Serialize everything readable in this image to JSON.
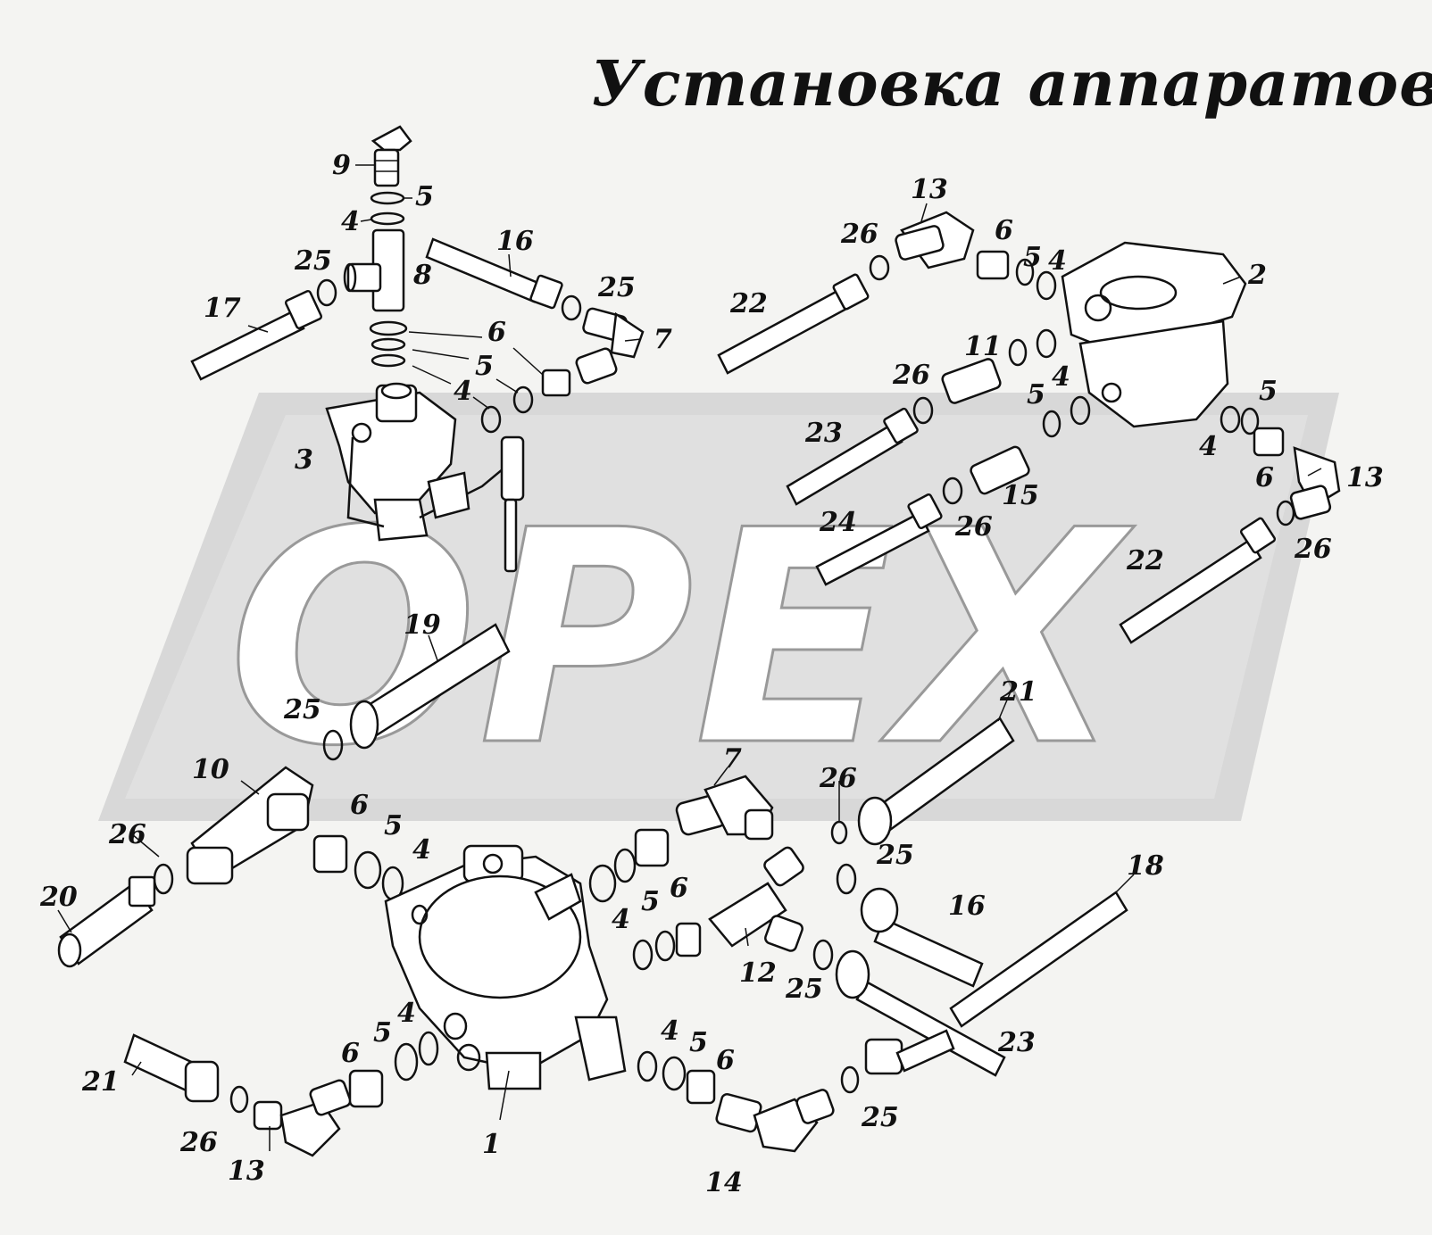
{
  "title": "Установка аппаратов",
  "watermark": "ОРЕХ",
  "colors": {
    "background": "#f4f4f2",
    "ink": "#111111",
    "watermark_band": "#cfcfcf",
    "watermark_letters": "#ffffff"
  },
  "callouts": [
    {
      "id": "c9a",
      "text": "9"
    },
    {
      "id": "c5a",
      "text": "5"
    },
    {
      "id": "c4a",
      "text": "4"
    },
    {
      "id": "c25a",
      "text": "25"
    },
    {
      "id": "c8",
      "text": "8"
    },
    {
      "id": "c17",
      "text": "17"
    },
    {
      "id": "c16a",
      "text": "16"
    },
    {
      "id": "c25b",
      "text": "25"
    },
    {
      "id": "c7a",
      "text": "7"
    },
    {
      "id": "c6a",
      "text": "6"
    },
    {
      "id": "c5b",
      "text": "5"
    },
    {
      "id": "c4b",
      "text": "4"
    },
    {
      "id": "c3",
      "text": "3"
    },
    {
      "id": "c13a",
      "text": "13"
    },
    {
      "id": "c26a",
      "text": "26"
    },
    {
      "id": "c6b",
      "text": "6"
    },
    {
      "id": "c5c",
      "text": "5"
    },
    {
      "id": "c4c",
      "text": "4"
    },
    {
      "id": "c2",
      "text": "2"
    },
    {
      "id": "c22a",
      "text": "22"
    },
    {
      "id": "c11",
      "text": "11"
    },
    {
      "id": "c26b",
      "text": "26"
    },
    {
      "id": "c5d",
      "text": "5"
    },
    {
      "id": "c4d",
      "text": "4"
    },
    {
      "id": "c5e",
      "text": "5"
    },
    {
      "id": "c23a",
      "text": "23"
    },
    {
      "id": "c4e",
      "text": "4"
    },
    {
      "id": "c6c",
      "text": "6"
    },
    {
      "id": "c13b",
      "text": "13"
    },
    {
      "id": "c15",
      "text": "15"
    },
    {
      "id": "c24",
      "text": "24"
    },
    {
      "id": "c26c",
      "text": "26"
    },
    {
      "id": "c26d",
      "text": "26"
    },
    {
      "id": "c22b",
      "text": "22"
    },
    {
      "id": "c19",
      "text": "19"
    },
    {
      "id": "c25c",
      "text": "25"
    },
    {
      "id": "c21a",
      "text": "21"
    },
    {
      "id": "c10",
      "text": "10"
    },
    {
      "id": "c7b",
      "text": "7"
    },
    {
      "id": "c26e",
      "text": "26"
    },
    {
      "id": "c6d",
      "text": "6"
    },
    {
      "id": "c5f",
      "text": "5"
    },
    {
      "id": "c4f",
      "text": "4"
    },
    {
      "id": "c26f",
      "text": "26"
    },
    {
      "id": "c25d",
      "text": "25"
    },
    {
      "id": "c18",
      "text": "18"
    },
    {
      "id": "c20",
      "text": "20"
    },
    {
      "id": "c4g",
      "text": "4"
    },
    {
      "id": "c5g",
      "text": "5"
    },
    {
      "id": "c6e",
      "text": "6"
    },
    {
      "id": "c16b",
      "text": "16"
    },
    {
      "id": "c12",
      "text": "12"
    },
    {
      "id": "c25e",
      "text": "25"
    },
    {
      "id": "c4h",
      "text": "4"
    },
    {
      "id": "c5h",
      "text": "5"
    },
    {
      "id": "c6f",
      "text": "6"
    },
    {
      "id": "c4i",
      "text": "4"
    },
    {
      "id": "c5i",
      "text": "5"
    },
    {
      "id": "c6g",
      "text": "6"
    },
    {
      "id": "c21b",
      "text": "21"
    },
    {
      "id": "c23b",
      "text": "23"
    },
    {
      "id": "c26g",
      "text": "26"
    },
    {
      "id": "c13c",
      "text": "13"
    },
    {
      "id": "c1",
      "text": "1"
    },
    {
      "id": "c25f",
      "text": "25"
    },
    {
      "id": "c14",
      "text": "14"
    }
  ]
}
